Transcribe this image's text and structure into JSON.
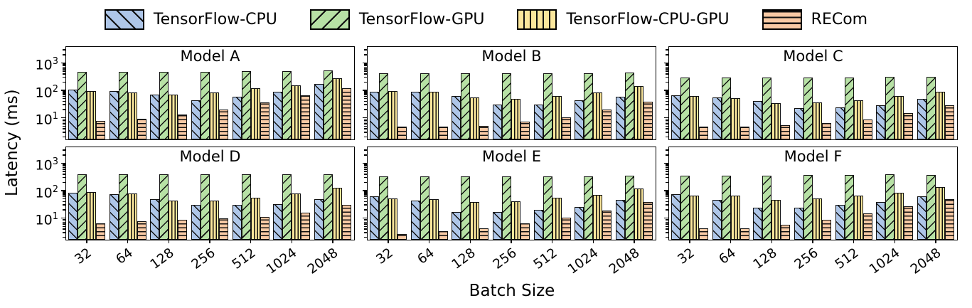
{
  "legend": {
    "items": [
      {
        "label": "TensorFlow-CPU",
        "color": "#aec6e8",
        "hatch": "backslash"
      },
      {
        "label": "TensorFlow-GPU",
        "color": "#b7e1a5",
        "hatch": "slash"
      },
      {
        "label": "TensorFlow-CPU-GPU",
        "color": "#fbe79c",
        "hatch": "vertical"
      },
      {
        "label": "RECom",
        "color": "#f8c9a4",
        "hatch": "horizontal"
      }
    ]
  },
  "chart_data": {
    "type": "bar",
    "layout": "2 rows x 3 cols of subplots, shared log y-axis",
    "yscale": "log",
    "ylabel": "Latency (ms)",
    "xlabel": "Batch Size",
    "x_categories": [
      "32",
      "64",
      "128",
      "256",
      "512",
      "1024",
      "2048"
    ],
    "ytick_labels": [
      {
        "base": "10",
        "exp": "1"
      },
      {
        "base": "10",
        "exp": "2"
      },
      {
        "base": "10",
        "exp": "3"
      }
    ],
    "ylim_exponents": [
      0.24,
      3.58
    ],
    "legend_position": "top center",
    "series_names": [
      "TensorFlow-CPU",
      "TensorFlow-GPU",
      "TensorFlow-CPU-GPU",
      "RECom"
    ],
    "subplots": [
      {
        "title": "Model A",
        "series": [
          [
            110,
            100,
            75,
            45,
            62,
            92,
            185
          ],
          [
            500,
            500,
            500,
            510,
            520,
            530,
            570
          ],
          [
            100,
            88,
            75,
            88,
            125,
            165,
            285
          ],
          [
            8,
            10,
            14,
            21,
            38,
            70,
            130
          ]
        ]
      },
      {
        "title": "Model B",
        "series": [
          [
            95,
            95,
            68,
            33,
            32,
            45,
            62
          ],
          [
            445,
            445,
            445,
            440,
            445,
            450,
            470
          ],
          [
            103,
            92,
            60,
            51,
            67,
            87,
            155
          ],
          [
            5,
            5,
            5.5,
            7.5,
            11,
            21,
            40
          ]
        ]
      },
      {
        "title": "Model C",
        "series": [
          [
            72,
            57,
            43,
            24,
            26,
            30,
            51
          ],
          [
            310,
            310,
            315,
            315,
            315,
            330,
            330
          ],
          [
            65,
            54,
            36,
            38,
            45,
            65,
            97
          ],
          [
            5,
            5.2,
            5.6,
            7,
            9.5,
            16,
            30
          ]
        ]
      },
      {
        "title": "Model D",
        "series": [
          [
            90,
            80,
            52,
            32,
            32,
            35,
            53
          ],
          [
            410,
            410,
            415,
            410,
            420,
            415,
            420
          ],
          [
            95,
            82,
            47,
            47,
            58,
            82,
            135
          ],
          [
            7,
            8,
            9,
            10.5,
            11.5,
            17,
            32
          ]
        ]
      },
      {
        "title": "Model E",
        "series": [
          [
            65,
            45,
            18,
            18,
            21,
            27,
            50
          ],
          [
            350,
            345,
            350,
            350,
            345,
            350,
            365
          ],
          [
            55,
            53,
            40,
            44,
            58,
            75,
            130
          ],
          [
            2.8,
            3.5,
            4.5,
            7,
            11,
            20,
            40
          ]
        ]
      },
      {
        "title": "Model F",
        "series": [
          [
            80,
            50,
            26,
            26,
            32,
            42,
            67
          ],
          [
            380,
            375,
            380,
            385,
            395,
            420,
            390
          ],
          [
            72,
            72,
            48,
            56,
            72,
            91,
            147
          ],
          [
            4.5,
            4.5,
            6,
            9.5,
            16,
            28,
            53
          ]
        ]
      }
    ]
  }
}
